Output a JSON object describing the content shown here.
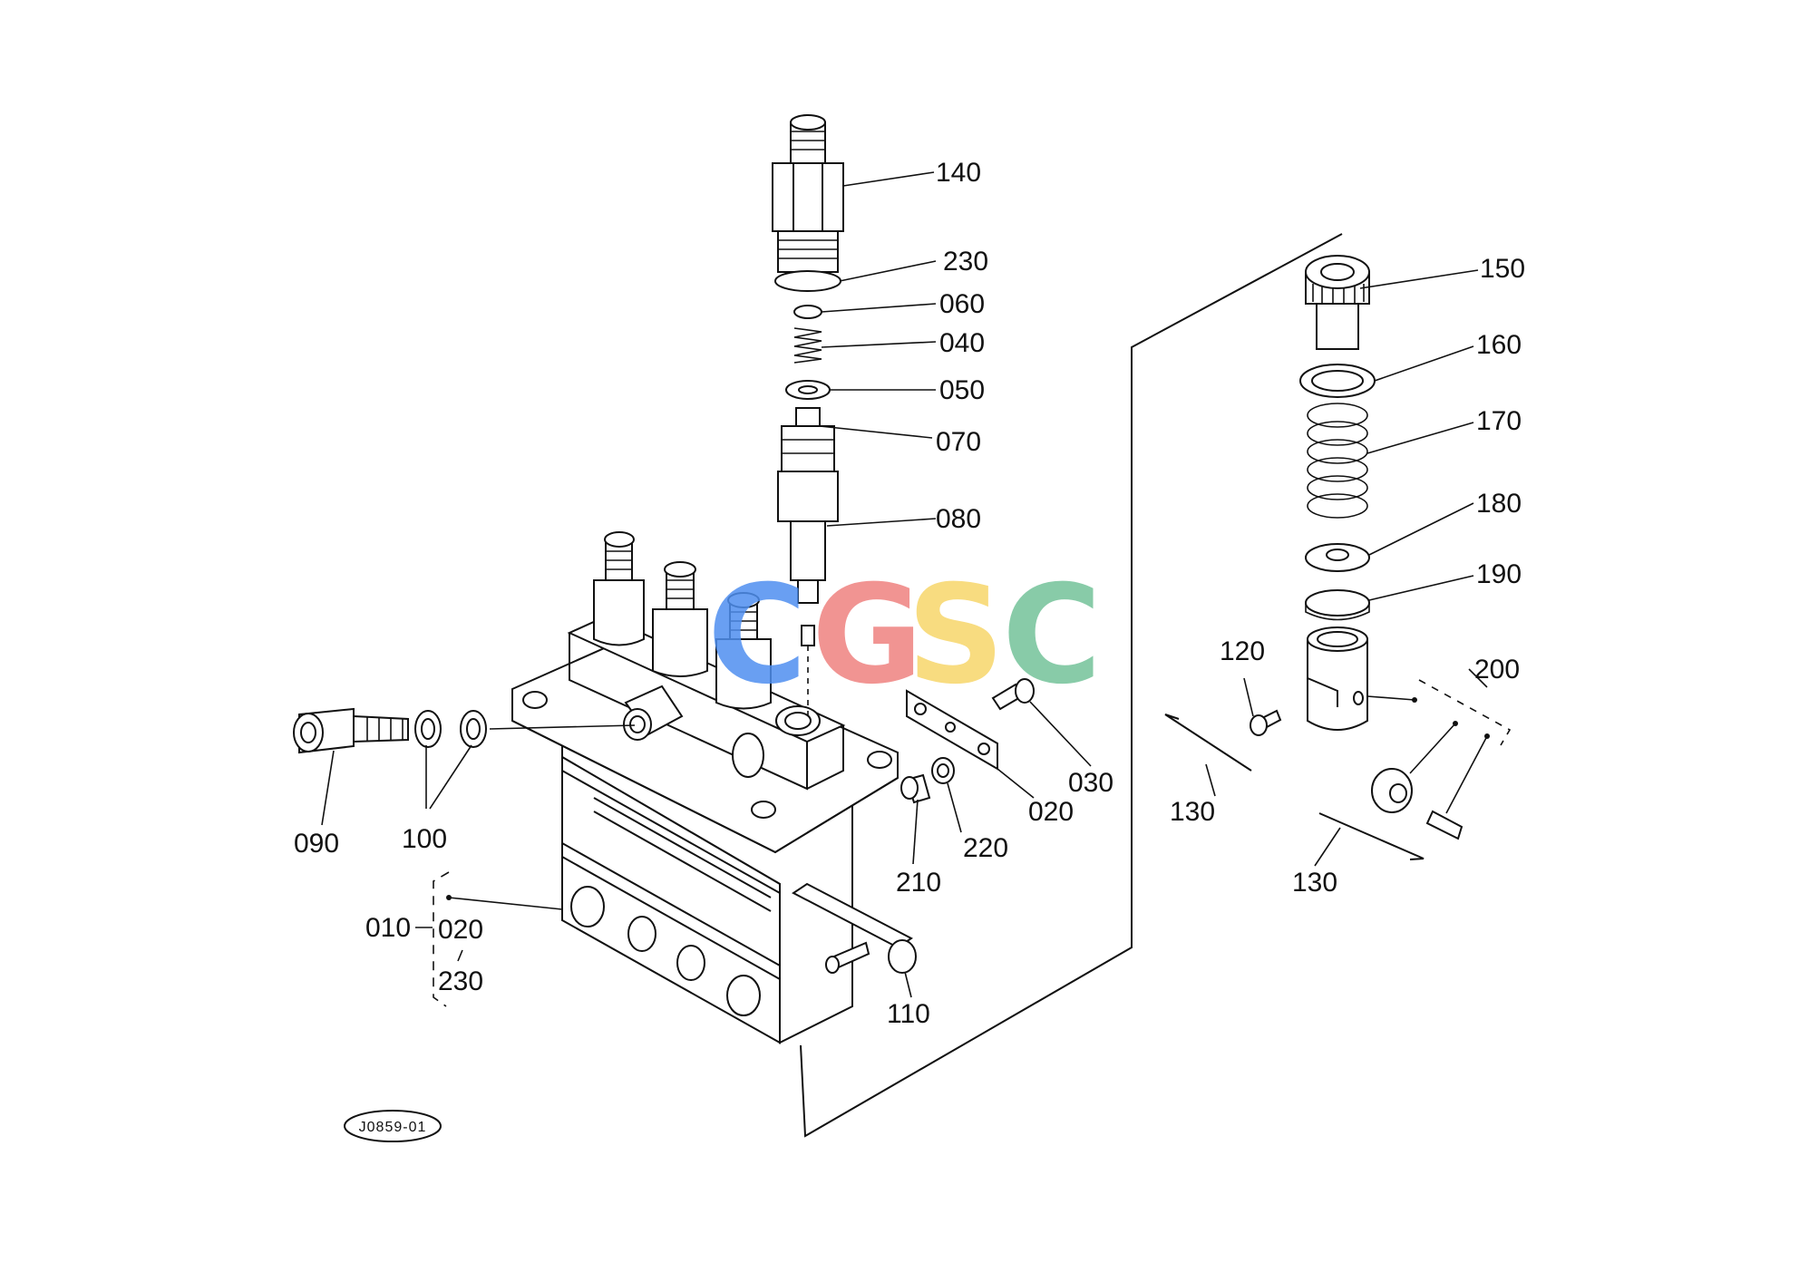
{
  "callouts": {
    "c140": "140",
    "c230a": "230",
    "c060": "060",
    "c040": "040",
    "c050": "050",
    "c070": "070",
    "c080": "080",
    "c150": "150",
    "c160": "160",
    "c170": "170",
    "c180": "180",
    "c190": "190",
    "c120": "120",
    "c200": "200",
    "c130a": "130",
    "c130b": "130",
    "c030": "030",
    "c020a": "020",
    "c220": "220",
    "c210": "210",
    "c110": "110",
    "c090": "090",
    "c100": "100",
    "c010": "010",
    "c020b": "020",
    "c230b": "230"
  },
  "diagram_code": "J0859-01",
  "watermark": {
    "letters": [
      "C",
      "G",
      "S",
      "C"
    ],
    "colors": [
      "#4f8ff0",
      "#ef8280",
      "#f7d66a",
      "#74c39a"
    ]
  }
}
